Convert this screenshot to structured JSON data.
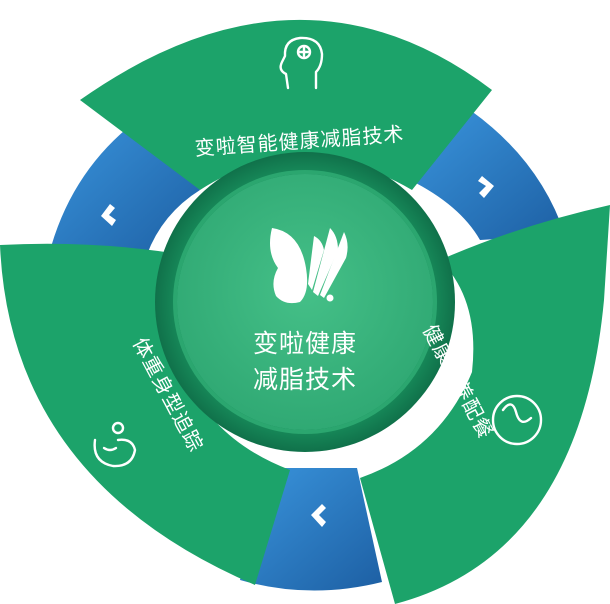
{
  "center": {
    "line1": "变啦健康",
    "line2": "减脂技术"
  },
  "segments": {
    "top": {
      "label": "变啦智能健康减脂技术",
      "icon": "head-brain-icon"
    },
    "right": {
      "label": "健康营养配餐",
      "icon": "nutrition-circle-icon"
    },
    "left": {
      "label": "体重身型追踪",
      "icon": "body-scale-icon"
    }
  },
  "connectors": {
    "top_right": {
      "icon": "chevron-right-icon"
    },
    "left_top": {
      "icon": "chevron-left-icon"
    },
    "bottom": {
      "icon": "chevron-left-icon"
    }
  },
  "colors": {
    "segment_green": "#1ca36a",
    "center_green": "#38b77f",
    "ring_dark_green": "#168653",
    "connector_blue": "#2c83cc",
    "connector_dark_blue": "#1c5c9c",
    "text": "#ffffff"
  }
}
